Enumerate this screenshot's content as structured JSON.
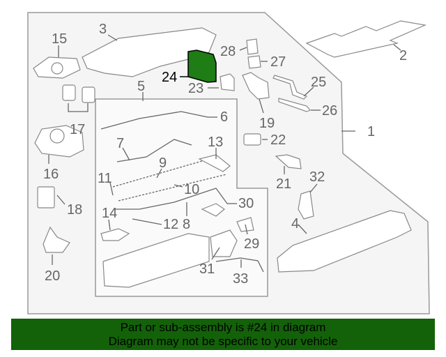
{
  "diagram": {
    "highlighted_part": "24",
    "highlight_color": "#1e7d14",
    "callouts": [
      "1",
      "2",
      "3",
      "4",
      "5",
      "6",
      "7",
      "8",
      "9",
      "10",
      "11",
      "12",
      "13",
      "14",
      "15",
      "16",
      "17",
      "18",
      "19",
      "20",
      "21",
      "22",
      "23",
      "24",
      "25",
      "26",
      "27",
      "28",
      "29",
      "30",
      "31",
      "32",
      "33"
    ]
  },
  "banner": {
    "line1": "Part or sub-assembly is #24 in diagram",
    "line2": "Diagram may not be specific to your vehicle",
    "color": "#136209"
  }
}
